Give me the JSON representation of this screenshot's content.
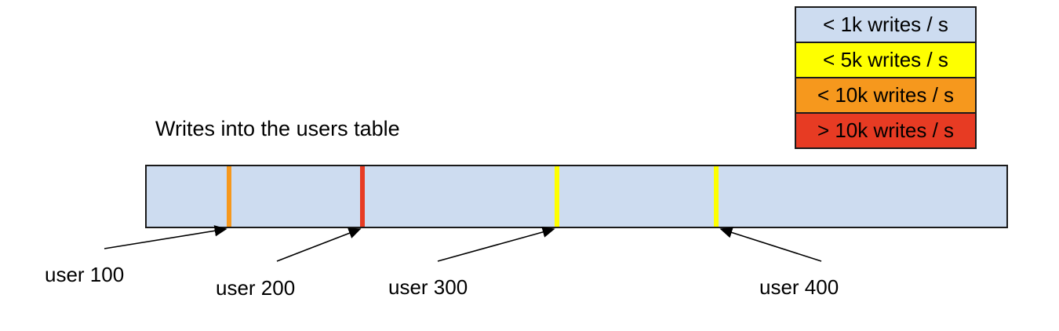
{
  "title": "Writes into the users table",
  "colors": {
    "bar_fill": "#cddcf0",
    "yellow": "#feff00",
    "orange": "#f6981d",
    "red": "#e73b23",
    "outline": "#1a1a1a"
  },
  "legend": {
    "items": [
      {
        "label": "< 1k writes / s",
        "color": "#cddcf0"
      },
      {
        "label": "< 5k writes / s",
        "color": "#feff00"
      },
      {
        "label": "< 10k writes / s",
        "color": "#f6981d"
      },
      {
        "label": "> 10k writes / s",
        "color": "#e73b23"
      }
    ]
  },
  "bar": {
    "fill": "#cddcf0",
    "stripes": [
      {
        "user": "user 100",
        "rate": "< 10k writes / s",
        "color": "#f6981d"
      },
      {
        "user": "user 200",
        "rate": "> 10k writes / s",
        "color": "#e73b23"
      },
      {
        "user": "user 300",
        "rate": "< 5k writes / s",
        "color": "#feff00"
      },
      {
        "user": "user 400",
        "rate": "< 5k writes / s",
        "color": "#feff00"
      }
    ]
  }
}
